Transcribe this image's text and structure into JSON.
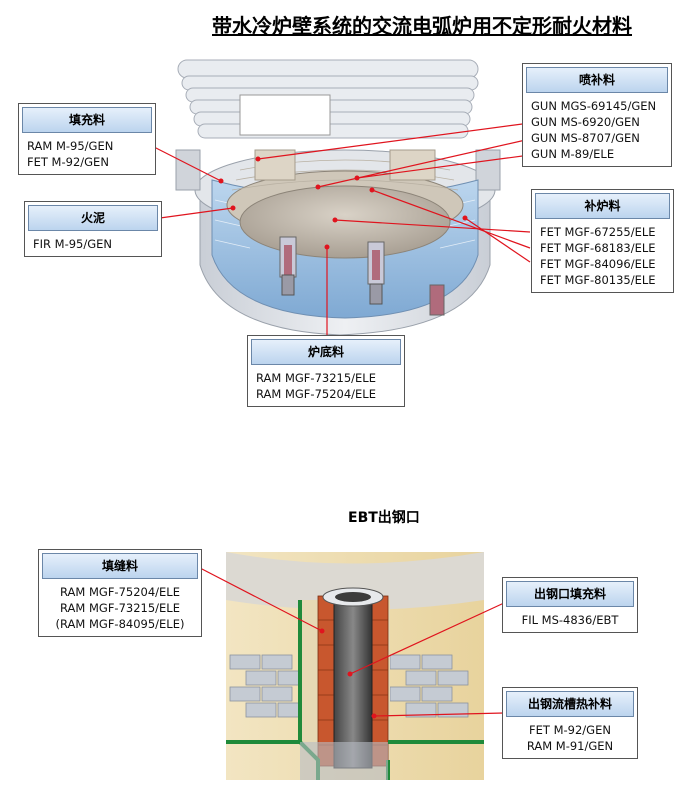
{
  "title": "带水冷炉壁系统的交流电弧炉用不定形耐火材料",
  "subtitle": "EBT出钢口",
  "callouts": {
    "tianchong": {
      "label": "填充料",
      "items": [
        "RAM M-95/GEN",
        "FET M-92/GEN"
      ]
    },
    "huoni": {
      "label": "火泥",
      "items": [
        "FIR M-95/GEN"
      ]
    },
    "penbu": {
      "label": "喷补料",
      "items": [
        "GUN MGS-69145/GEN",
        "GUN MS-6920/GEN",
        "GUN MS-8707/GEN",
        "GUN M-89/ELE"
      ]
    },
    "bulu": {
      "label": "补炉料",
      "items": [
        "FET MGF-67255/ELE",
        "FET MGF-68183/ELE",
        "FET MGF-84096/ELE",
        "FET MGF-80135/ELE"
      ]
    },
    "ludi": {
      "label": "炉底料",
      "items": [
        "RAM MGF-73215/ELE",
        "RAM MGF-75204/ELE"
      ]
    },
    "tianfeng": {
      "label": "填缝料",
      "items": [
        "RAM MGF-75204/ELE",
        "RAM MGF-73215/ELE",
        "(RAM MGF-84095/ELE)"
      ]
    },
    "chugang_tianchong": {
      "label": "出钢口填充料",
      "items": [
        "FIL MS-4836/EBT"
      ]
    },
    "chugang_recao": {
      "label": "出钢流槽热补料",
      "items": [
        "FET M-92/GEN",
        "RAM M-91/GEN"
      ]
    }
  },
  "colors": {
    "header_bg": "#c7dbf1",
    "leader_line": "#e0141e",
    "furnace_shell": "#d7dbe2",
    "lining": "#a9c8e8",
    "brick": "#c8572e"
  }
}
